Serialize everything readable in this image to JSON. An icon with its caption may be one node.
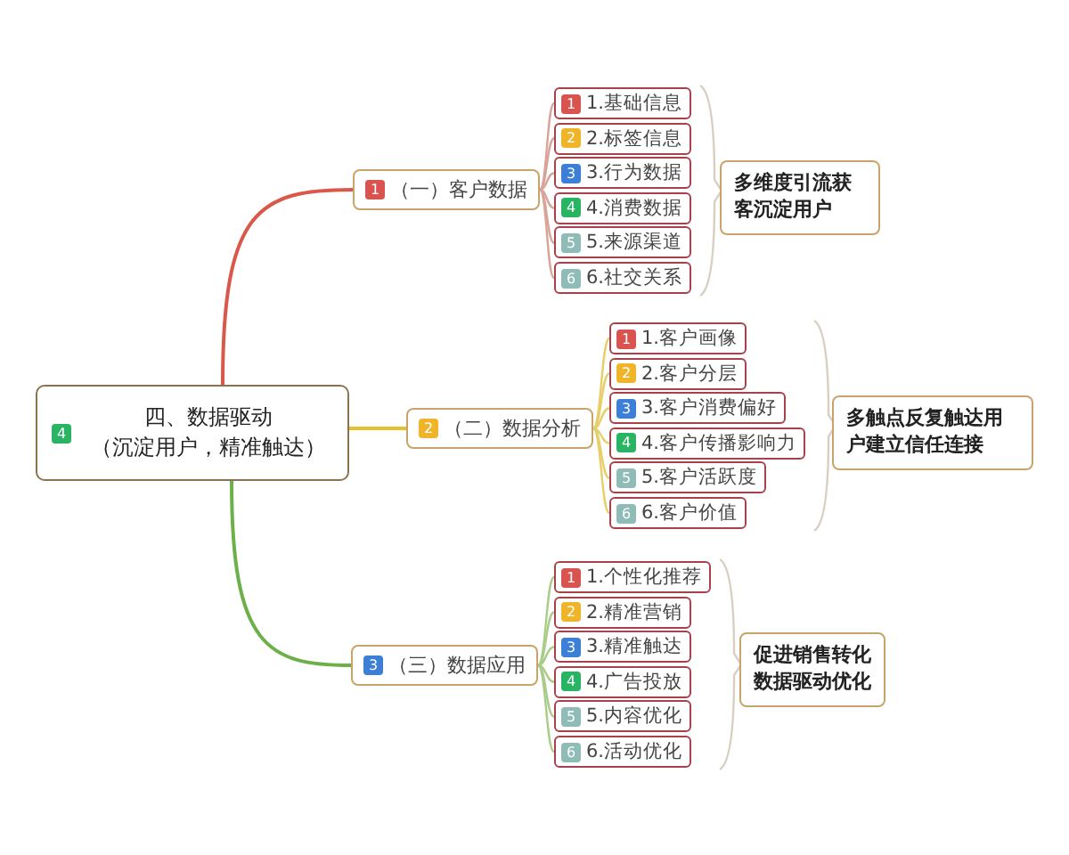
{
  "diagram": {
    "nodes": [
      {
        "text": [
          "4",
          "四、数据驱动",
          "（沉淀用户，精准触达）"
        ]
      },
      {
        "text": [
          "1",
          "（一）客户数据"
        ]
      },
      {
        "text": [
          "1",
          "1.基础信息"
        ]
      },
      {
        "text": [
          "2",
          "2.标签信息"
        ]
      },
      {
        "text": [
          "3",
          "3.行为数据"
        ]
      },
      {
        "text": [
          "4",
          "4.消费数据"
        ]
      },
      {
        "text": [
          "5",
          "5.来源渠道"
        ]
      },
      {
        "text": [
          "6",
          "6.社交关系"
        ]
      },
      {
        "text": [
          "多维度引流获客沉淀用户"
        ]
      },
      {
        "text": [
          "2",
          "（二）数据分析"
        ]
      },
      {
        "text": [
          "1",
          "1.客户画像"
        ]
      },
      {
        "text": [
          "2",
          "2.客户分层"
        ]
      },
      {
        "text": [
          "3",
          "3.客户消费偏好"
        ]
      },
      {
        "text": [
          "4",
          "4.客户传播影响力"
        ]
      },
      {
        "text": [
          "5",
          "5.客户活跃度"
        ]
      },
      {
        "text": [
          "6",
          "6.客户价值"
        ]
      },
      {
        "text": [
          "多触点反复触达用户建立信任连接"
        ]
      },
      {
        "text": [
          "3",
          "（三）数据应用"
        ]
      },
      {
        "text": [
          "1",
          "1.个性化推荐"
        ]
      },
      {
        "text": [
          "2",
          "2.精准营销"
        ]
      },
      {
        "text": [
          "3",
          "3.精准触达"
        ]
      },
      {
        "text": [
          "4",
          "4.广告投放"
        ]
      },
      {
        "text": [
          "5",
          "5.内容优化"
        ]
      },
      {
        "text": [
          "6",
          "6.活动优化"
        ]
      },
      {
        "text": [
          "促进销售转化数据驱动优化"
        ]
      }
    ],
    "edges": [
      {
        "from": 0,
        "to": 1,
        "arrow": "none",
        "color": "#d9584a"
      },
      {
        "from": 1,
        "to": 2,
        "arrow": "none",
        "color": "#d8a49a"
      },
      {
        "from": 1,
        "to": 3,
        "arrow": "none",
        "color": "#d8a49a"
      },
      {
        "from": 1,
        "to": 4,
        "arrow": "none",
        "color": "#d8a49a"
      },
      {
        "from": 1,
        "to": 5,
        "arrow": "none",
        "color": "#d8a49a"
      },
      {
        "from": 1,
        "to": 6,
        "arrow": "none",
        "color": "#d8a49a"
      },
      {
        "from": 1,
        "to": 7,
        "arrow": "none",
        "color": "#d8a49a"
      },
      {
        "from": 0,
        "to": 9,
        "arrow": "none",
        "color": "#e6c02e"
      },
      {
        "from": 9,
        "to": 10,
        "arrow": "none",
        "color": "#e6cf6a"
      },
      {
        "from": 9,
        "to": 11,
        "arrow": "none",
        "color": "#e6cf6a"
      },
      {
        "from": 9,
        "to": 12,
        "arrow": "none",
        "color": "#e6cf6a"
      },
      {
        "from": 9,
        "to": 13,
        "arrow": "none",
        "color": "#e6cf6a"
      },
      {
        "from": 9,
        "to": 14,
        "arrow": "none",
        "color": "#e6cf6a"
      },
      {
        "from": 9,
        "to": 15,
        "arrow": "none",
        "color": "#e6cf6a"
      },
      {
        "from": 0,
        "to": 17,
        "arrow": "none",
        "color": "#6cb04a"
      },
      {
        "from": 17,
        "to": 18,
        "arrow": "none",
        "color": "#a9cc8a"
      },
      {
        "from": 17,
        "to": 19,
        "arrow": "none",
        "color": "#a9cc8a"
      },
      {
        "from": 17,
        "to": 20,
        "arrow": "none",
        "color": "#a9cc8a"
      },
      {
        "from": 17,
        "to": 21,
        "arrow": "none",
        "color": "#a9cc8a"
      },
      {
        "from": 17,
        "to": 22,
        "arrow": "none",
        "color": "#a9cc8a"
      },
      {
        "from": 17,
        "to": 23,
        "arrow": "none",
        "color": "#a9cc8a"
      }
    ]
  }
}
